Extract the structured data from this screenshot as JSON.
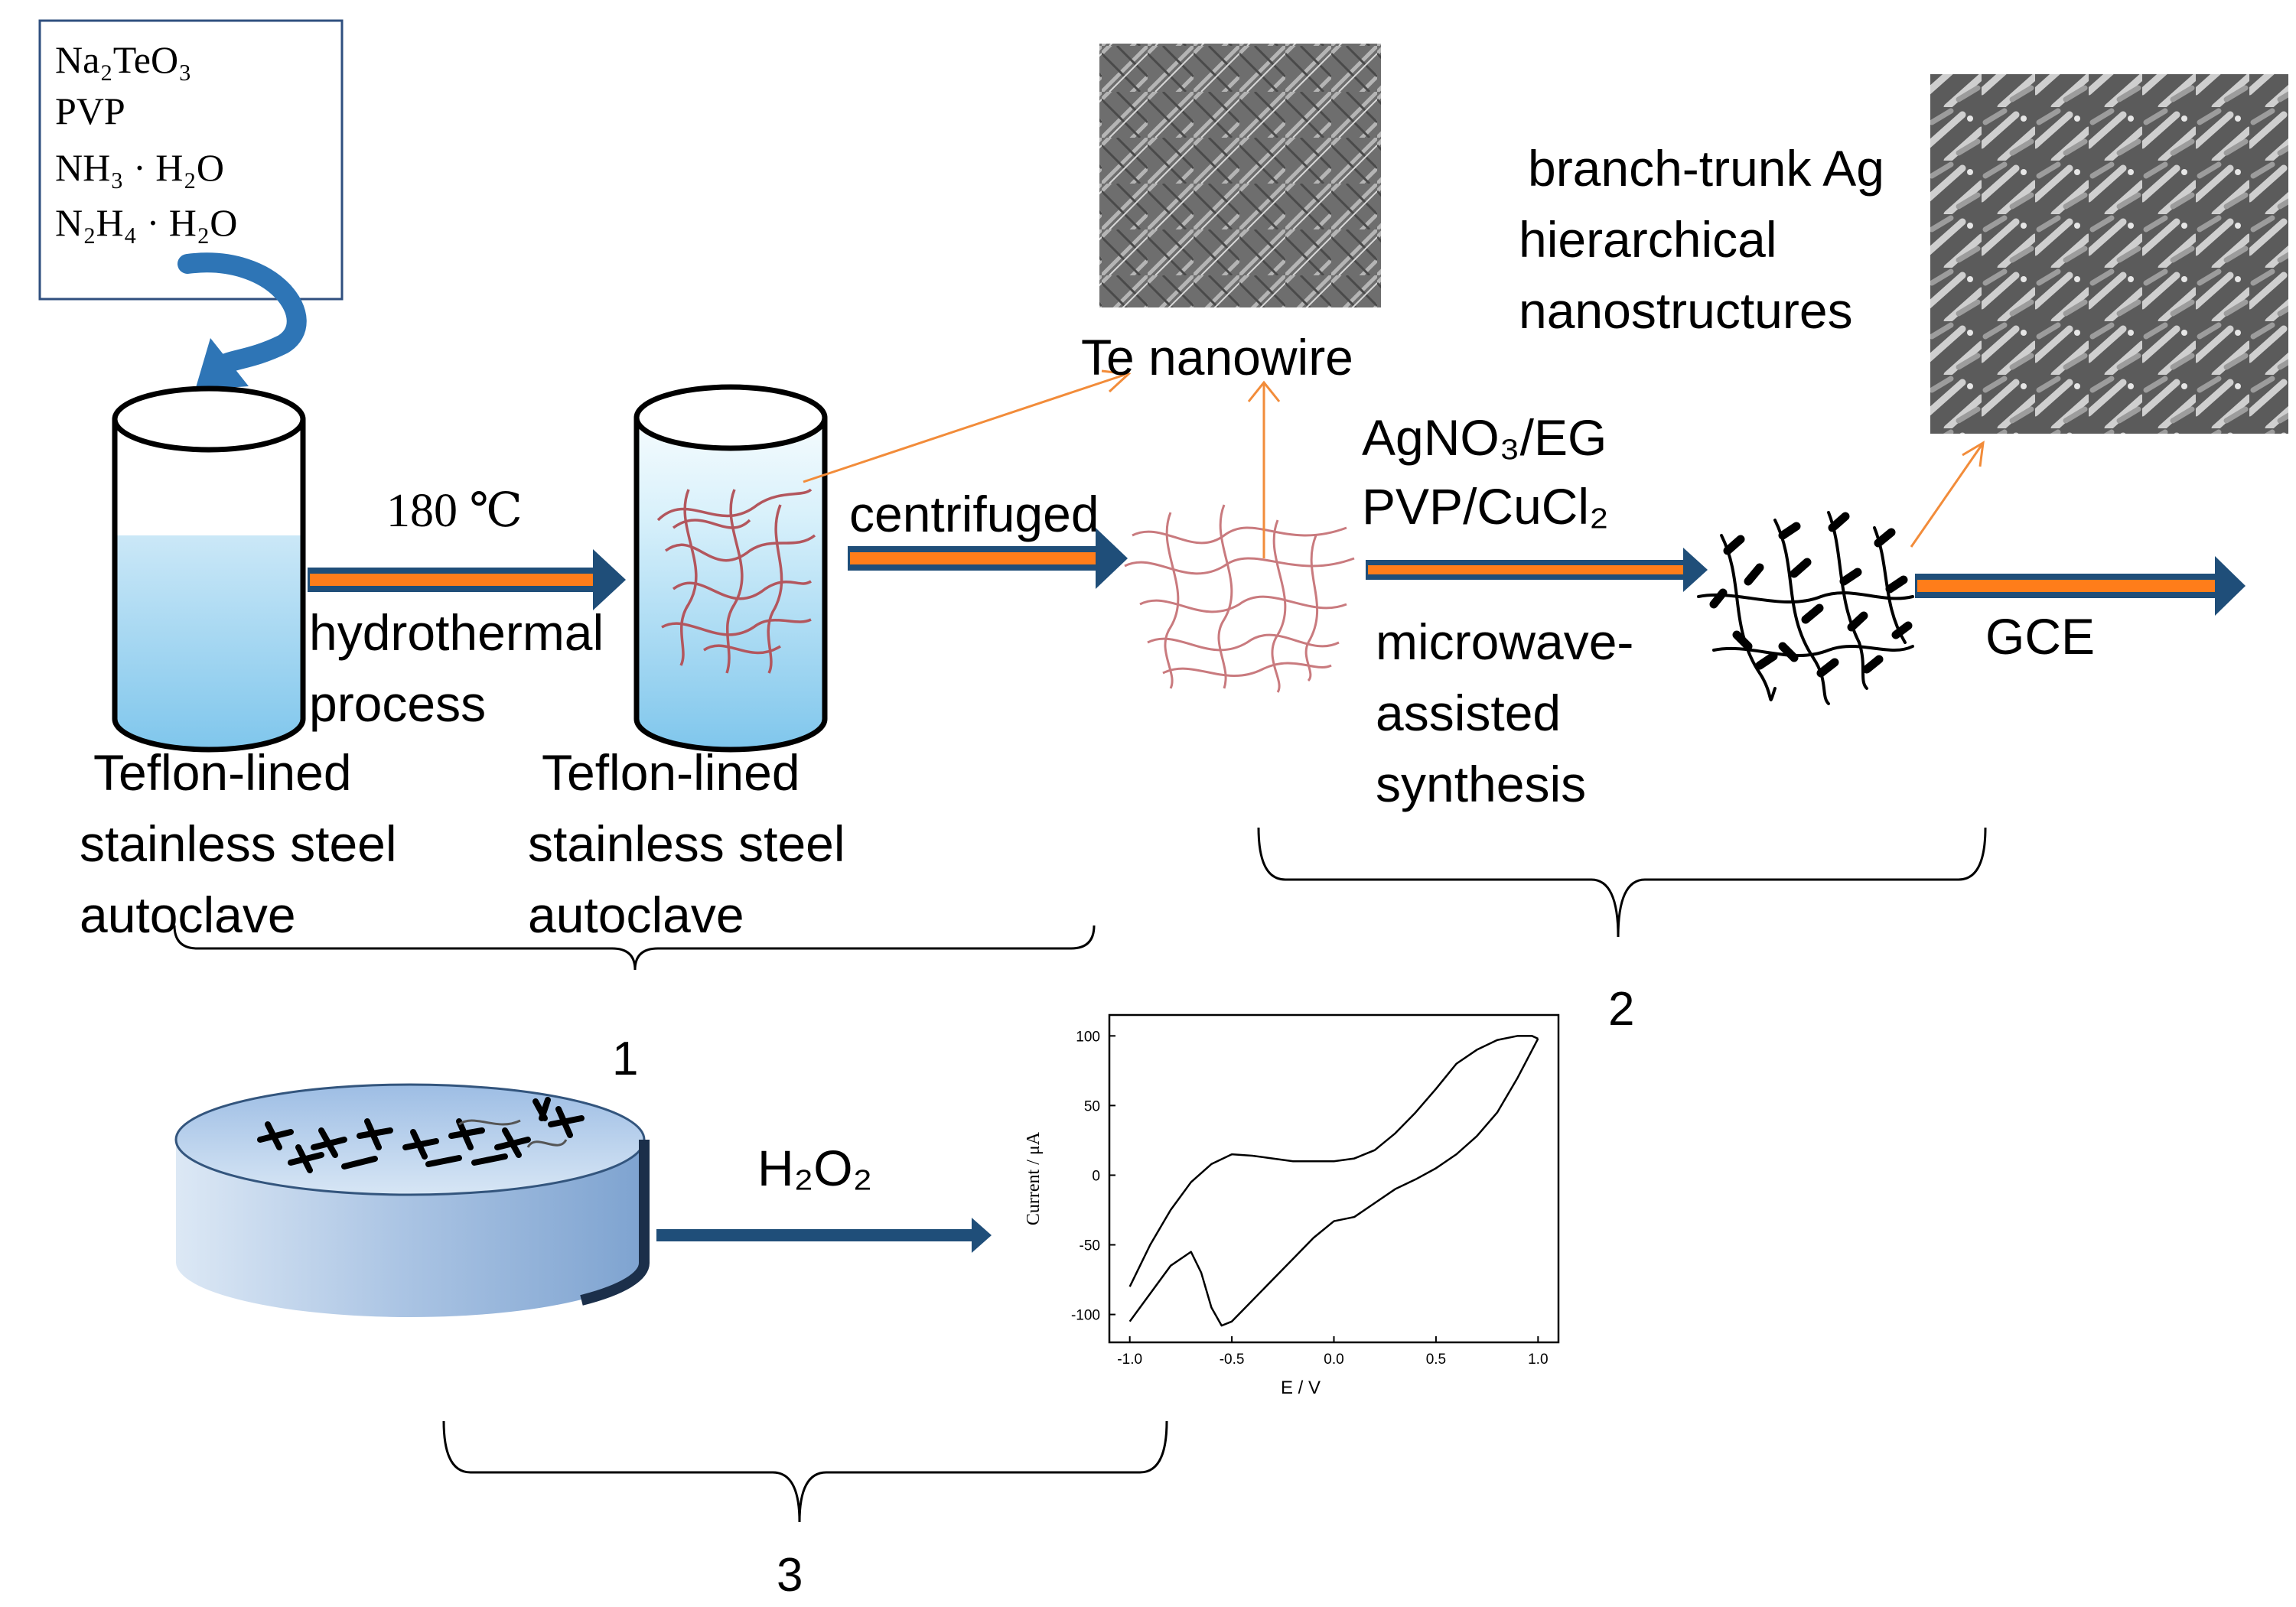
{
  "reagents": {
    "na2teo3": "Na₂TeO₃",
    "pvp": "PVP",
    "ammonia": "NH₃ · H₂O",
    "hydrazine": "N₂H₄ · H₂O"
  },
  "step1": {
    "temperature": "180 ℃",
    "process": [
      "hydrothermal",
      "process"
    ],
    "autoclave_a": [
      "Teflon-lined",
      "stainless steel",
      "autoclave"
    ],
    "autoclave_b": [
      "Teflon-lined",
      "stainless steel",
      "autoclave"
    ],
    "centrifuged": "centrifuged",
    "number": "1"
  },
  "step2": {
    "te_nanowire": "Te nanowire",
    "reagents": [
      "AgNO₃/EG",
      "PVP/CuCl₂"
    ],
    "method": [
      "microwave-",
      "assisted",
      "synthesis"
    ],
    "product": [
      "branch-trunk Ag",
      "hierarchical",
      "nanostructures"
    ],
    "gce": "GCE",
    "number": "2"
  },
  "step3": {
    "analyte": "H₂O₂",
    "number": "3"
  },
  "colors": {
    "arrow_body": "#1f4e79",
    "arrow_core": "#ff7d1a",
    "liquid": "#7fc6ec",
    "nanowire": "#b3565d",
    "leader": "#f28c3a",
    "curly_arrow": "#2e75b6"
  },
  "chart_data": {
    "type": "line",
    "title": "",
    "xlabel": "E / V",
    "ylabel": "Current / μA",
    "xlim": [
      -1.1,
      1.1
    ],
    "ylim": [
      -120,
      115
    ],
    "xticks": [
      -1.0,
      -0.5,
      0.0,
      0.5,
      1.0
    ],
    "xtick_labels": [
      "-1.0",
      "-0.5",
      "0.0",
      "0.5",
      "1.0"
    ],
    "yticks": [
      -100,
      -50,
      0,
      50,
      100
    ],
    "ytick_labels": [
      "-100",
      "-50",
      "0",
      "50",
      "100"
    ],
    "grid": false,
    "series": [
      {
        "x": [
          -1.0,
          -0.9,
          -0.8,
          -0.7,
          -0.6,
          -0.5,
          -0.4,
          -0.3,
          -0.2,
          -0.1,
          0.0,
          0.1,
          0.2,
          0.3,
          0.4,
          0.5,
          0.6,
          0.7,
          0.8,
          0.9,
          0.97,
          1.0
        ],
        "y": [
          -80,
          -50,
          -25,
          -5,
          8,
          15,
          14,
          12,
          10,
          10,
          10,
          12,
          18,
          30,
          45,
          62,
          80,
          90,
          97,
          100,
          100,
          98
        ]
      },
      {
        "x": [
          1.0,
          0.9,
          0.8,
          0.7,
          0.6,
          0.5,
          0.4,
          0.3,
          0.2,
          0.1,
          0.0,
          -0.1,
          -0.2,
          -0.3,
          -0.4,
          -0.5,
          -0.55,
          -0.6,
          -0.65,
          -0.7,
          -0.8,
          -0.9,
          -1.0
        ],
        "y": [
          98,
          70,
          45,
          28,
          15,
          5,
          -3,
          -10,
          -20,
          -30,
          -33,
          -45,
          -60,
          -75,
          -90,
          -105,
          -108,
          -95,
          -70,
          -55,
          -65,
          -85,
          -105
        ]
      }
    ]
  }
}
